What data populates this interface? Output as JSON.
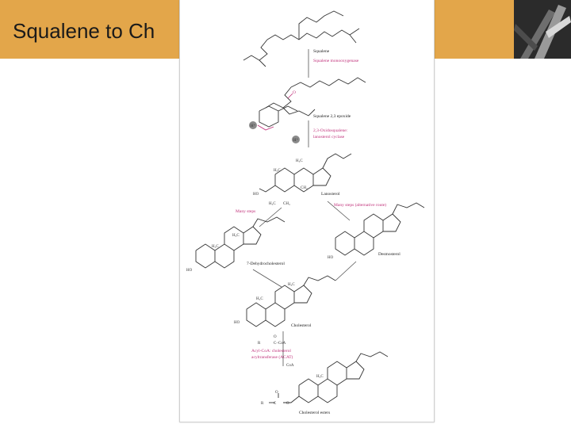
{
  "slide": {
    "title": "Squalene to Ch"
  },
  "diagram": {
    "compounds": {
      "squalene": "Squalene",
      "squalene_epoxide": "Squalene 2,3 epoxide",
      "lanosterol": "Lanosterol",
      "dehydrocholesterol": "7-Dehydrocholesterol",
      "desmosterol": "Desmosterol",
      "cholesterol": "Cholesterol",
      "cholesterol_esters": "Cholesterol esters"
    },
    "enzymes": {
      "monooxygenase": "Squalene monooxygenase",
      "cyclase_line1": "2,3-Oxidosqualene:",
      "cyclase_line2": "lanosterol cyclase",
      "many_steps_left": "Many steps",
      "many_steps_right": "Many steps (alternative route)",
      "acat_line1": "Acyl-CoA: cholesterol",
      "acat_line2": "acyltransferase (ACAT)"
    },
    "groups": {
      "ho": "HO",
      "h3c": "H₃C",
      "ch3": "CH₃",
      "ch2": "CH₂",
      "coa": "CoA",
      "h_plus": "H⁺",
      "o": "O",
      "r": "R",
      "c": "C",
      "c_coa": "C–CoA"
    }
  }
}
